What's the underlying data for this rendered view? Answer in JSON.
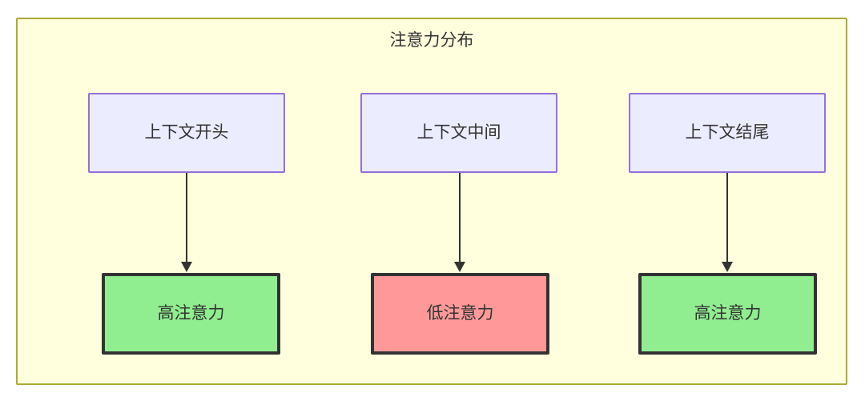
{
  "diagram": {
    "title": "注意力分布",
    "container": {
      "fill": "#FFFFDE",
      "stroke": "#AAAA33"
    },
    "top_nodes": [
      {
        "id": "context-start",
        "label": "上下文开头",
        "fill": "#ECECFF",
        "stroke": "#9370DB"
      },
      {
        "id": "context-middle",
        "label": "上下文中间",
        "fill": "#ECECFF",
        "stroke": "#9370DB"
      },
      {
        "id": "context-end",
        "label": "上下文结尾",
        "fill": "#ECECFF",
        "stroke": "#9370DB"
      }
    ],
    "bottom_nodes": [
      {
        "id": "high-attention-start",
        "label": "高注意力",
        "fill": "#90EE90",
        "stroke": "#333333"
      },
      {
        "id": "low-attention-middle",
        "label": "低注意力",
        "fill": "#FF9999",
        "stroke": "#333333"
      },
      {
        "id": "high-attention-end",
        "label": "高注意力",
        "fill": "#90EE90",
        "stroke": "#333333"
      }
    ],
    "edges": [
      {
        "from": "context-start",
        "to": "high-attention-start",
        "label": ""
      },
      {
        "from": "context-middle",
        "to": "low-attention-middle",
        "label": ""
      },
      {
        "from": "context-end",
        "to": "high-attention-end",
        "label": ""
      }
    ],
    "text_color": "#333333"
  }
}
